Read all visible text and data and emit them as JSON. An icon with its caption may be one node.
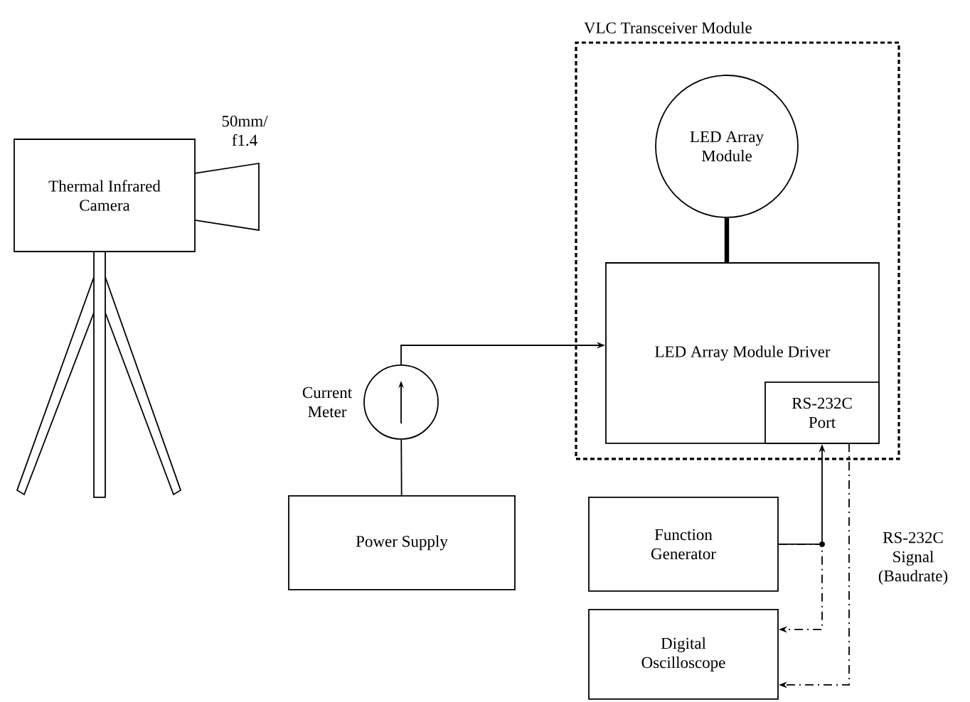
{
  "diagram": {
    "nodes": [
      {
        "text": [
          "VLC Transceiver Module"
        ]
      },
      {
        "text": [
          "LED Array Module"
        ],
        "in": 0
      },
      {
        "text": [
          "LED Array Module Driver"
        ],
        "in": 0
      },
      {
        "text": [
          "RS-232C Port"
        ],
        "in": 2
      },
      {
        "text": [
          "Thermal Infrared Camera"
        ],
        "beside": [
          "50mm/ f1.4"
        ]
      },
      {
        "text": [],
        "shape": "circle",
        "beside": [
          "Current Meter"
        ]
      },
      {
        "text": [
          "Power Supply"
        ]
      },
      {
        "text": [
          "Function Generator"
        ]
      },
      {
        "text": [
          "Digital Oscilloscope"
        ]
      }
    ],
    "edges": [
      {
        "from": 1,
        "to": 2,
        "arrow": "none",
        "style": "thick"
      },
      {
        "from": 5,
        "to": 2,
        "arrow": "to"
      },
      {
        "from": 6,
        "to": 5,
        "arrow": "none"
      },
      {
        "from": 7,
        "to": 3,
        "arrow": "to"
      },
      {
        "from": 7,
        "to": 8,
        "arrow": "to",
        "style": "dashed"
      },
      {
        "from": 3,
        "to": 8,
        "arrow": "to",
        "style": "dashed",
        "label": "RS-232C Signal (Baudrate)"
      }
    ]
  }
}
